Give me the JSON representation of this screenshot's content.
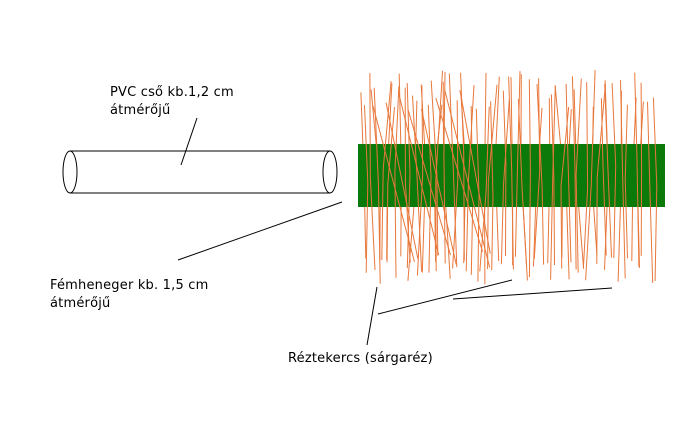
{
  "labels": {
    "pvc_pipe": [
      "PVC cső kb.1,2 cm",
      "átmérőjű"
    ],
    "metal_cylinder": [
      "Fémheneger kb. 1,5 cm",
      "átmérőjű"
    ],
    "copper_coil": "Réztekercs (sárgaréz)"
  },
  "colors": {
    "background": "#ffffff",
    "outline": "#000000",
    "cylinder_fill": "#0b7a0b",
    "wire": "#e8773a",
    "text": "#000000"
  }
}
